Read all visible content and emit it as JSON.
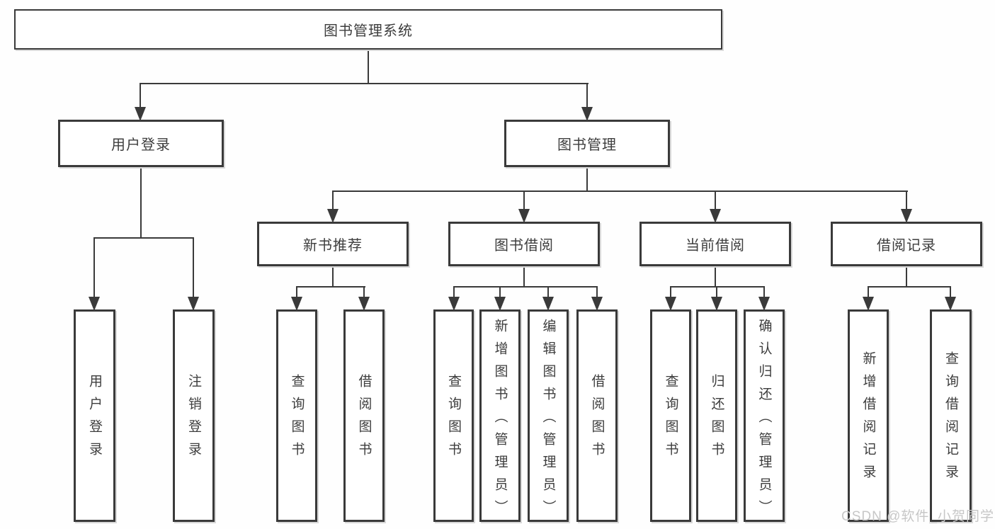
{
  "diagram": {
    "type": "hierarchy-tree",
    "nodes": {
      "root": "图书管理系统",
      "user_login": "用户登录",
      "book_mgmt": "图书管理",
      "new_book": "新书推荐",
      "book_borrow": "图书借阅",
      "current_borrow": "当前借阅",
      "borrow_record": "借阅记录"
    },
    "leaves": {
      "user_login": [
        "用户登录",
        "注销登录"
      ],
      "new_book": [
        "查询图书",
        "借阅图书"
      ],
      "book_borrow": [
        "查询图书",
        "新增图书（管理员）",
        "编辑图书（管理员）",
        "借阅图书"
      ],
      "current_borrow": [
        "查询图书",
        "归还图书",
        "确认归还（管理员）"
      ],
      "borrow_record": [
        "新增借阅记录",
        "查询借阅记录"
      ]
    },
    "edges": [
      [
        "root",
        "user_login"
      ],
      [
        "root",
        "book_mgmt"
      ],
      [
        "book_mgmt",
        "new_book"
      ],
      [
        "book_mgmt",
        "book_borrow"
      ],
      [
        "book_mgmt",
        "current_borrow"
      ],
      [
        "book_mgmt",
        "borrow_record"
      ]
    ],
    "colors": {
      "line": "#3a3a3a",
      "text": "#3d3d3d",
      "box_bg": "#ffffff",
      "watermark": "#c7c7c7"
    }
  },
  "watermark": "CSDN @软件_小贺同学"
}
